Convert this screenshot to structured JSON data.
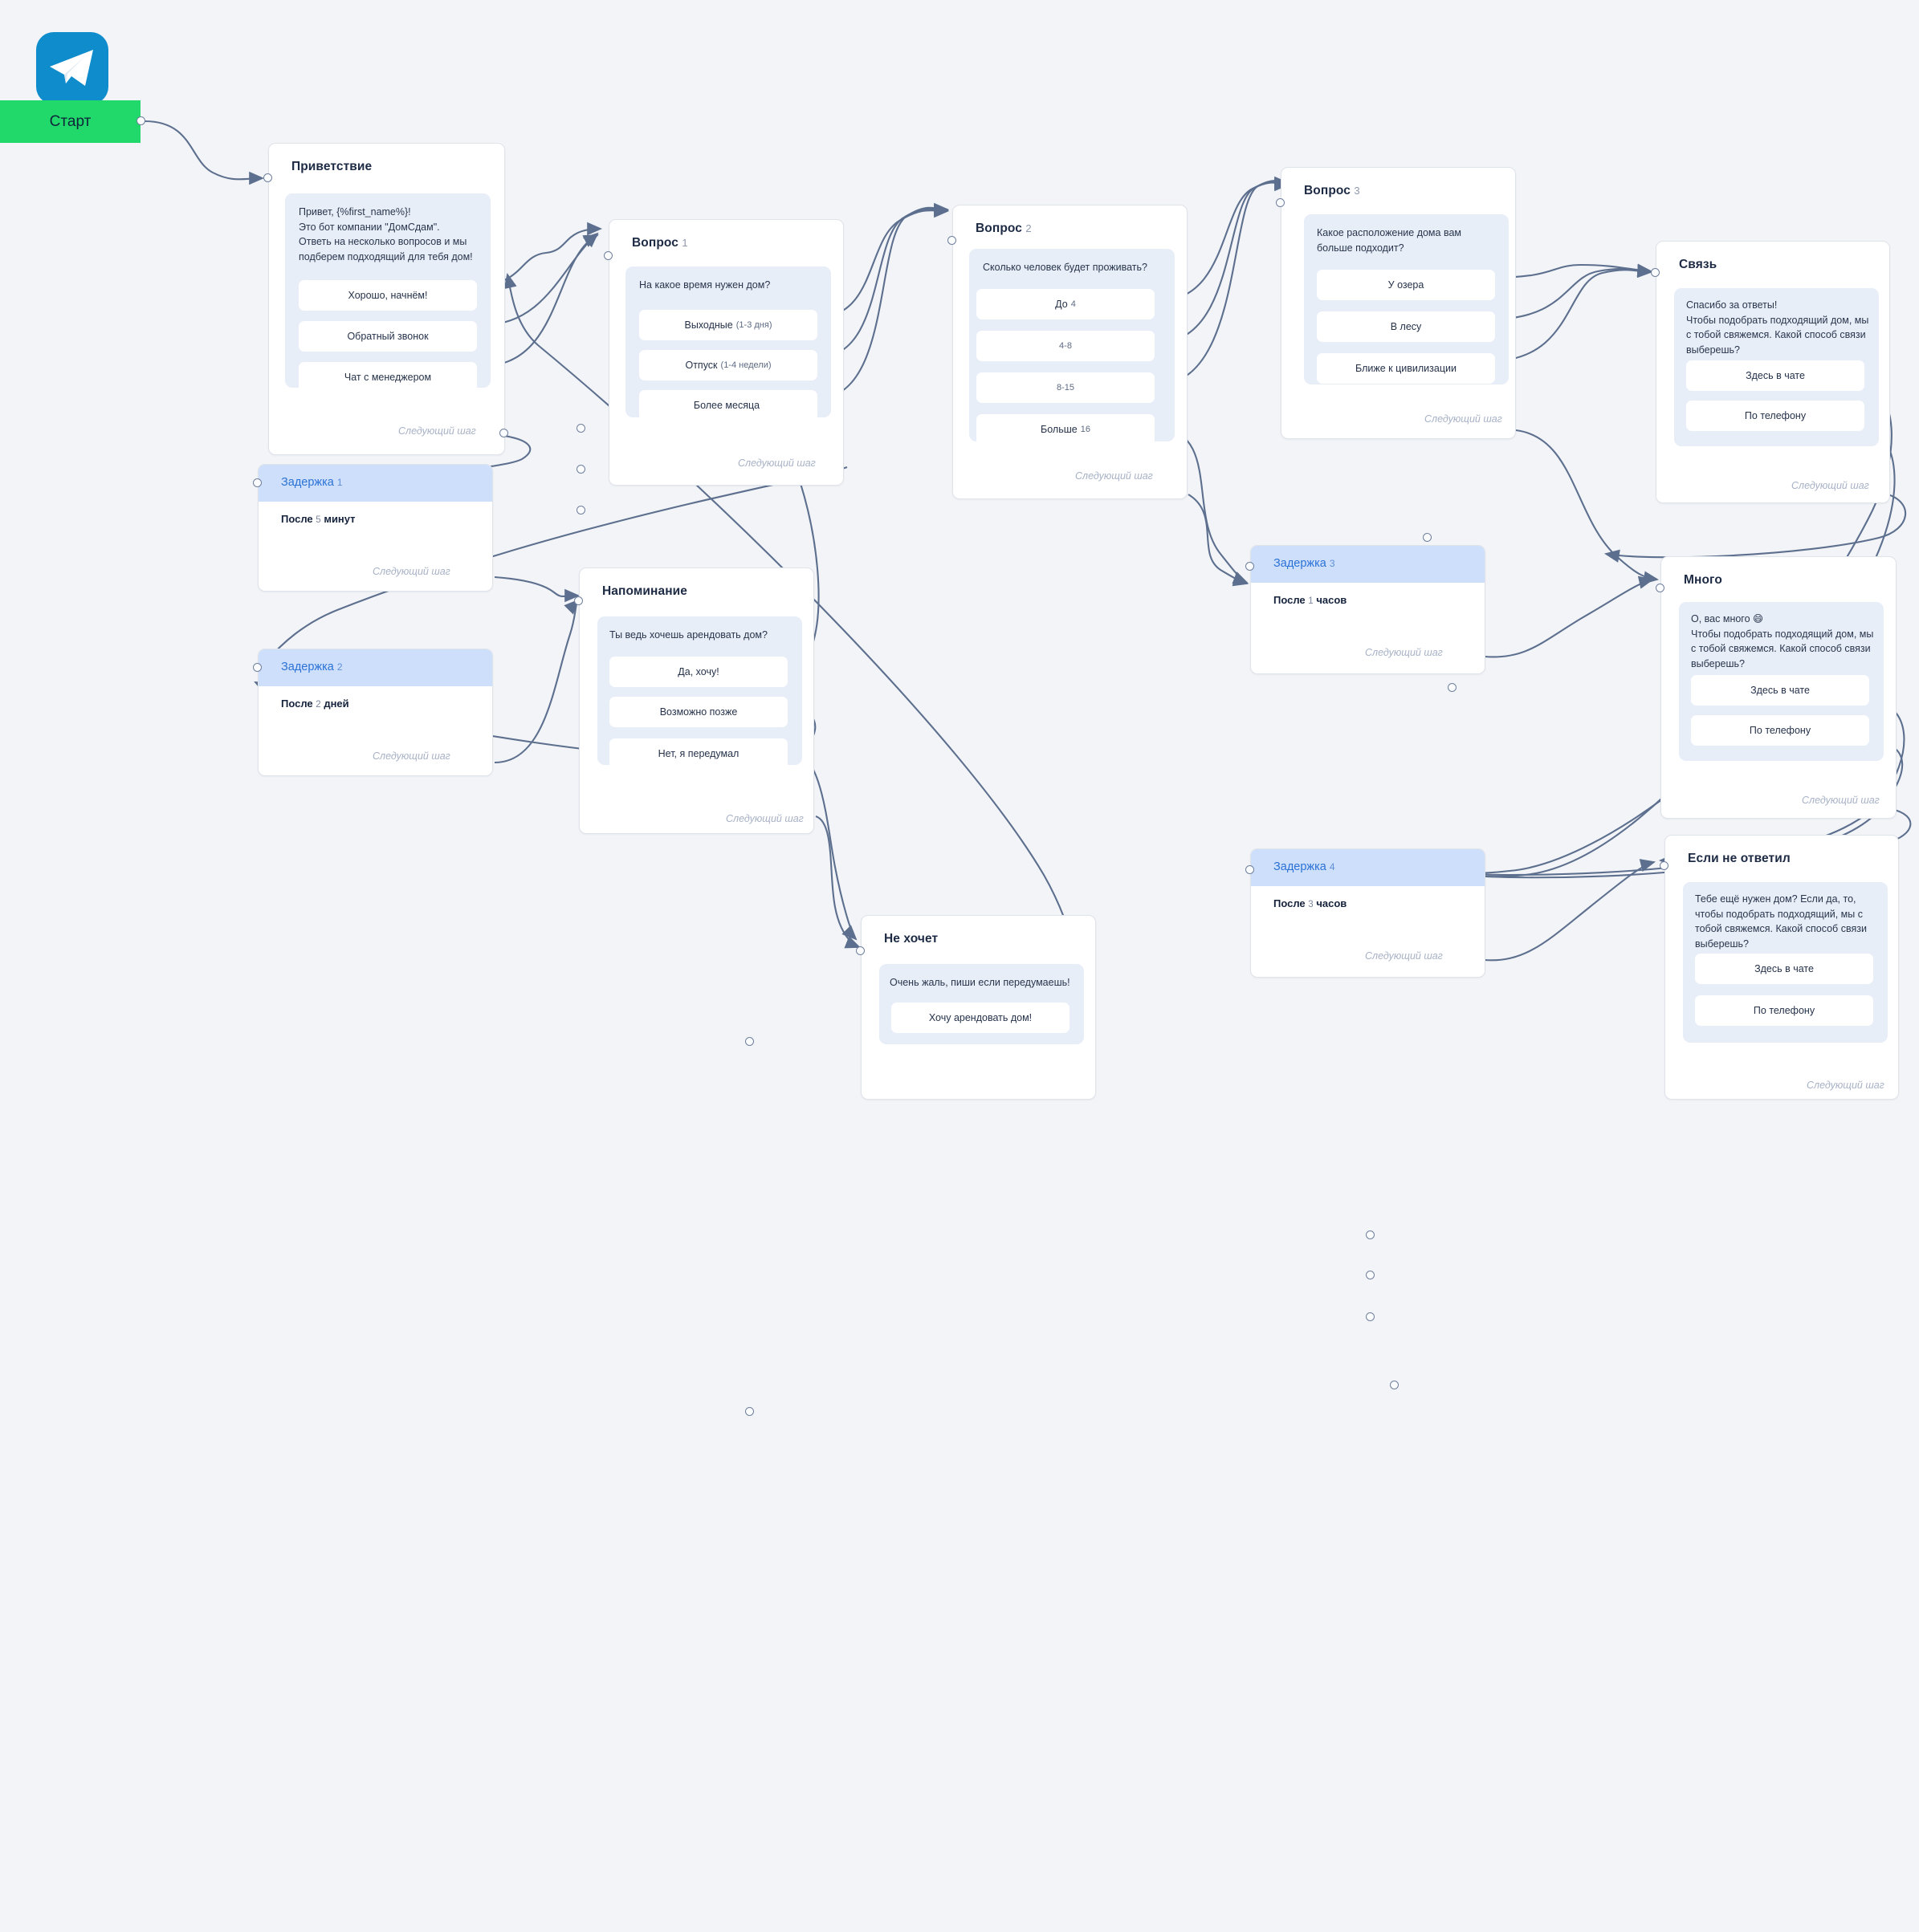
{
  "start": {
    "label": "Старт",
    "icon": "telegram-icon",
    "color": "#21d96a"
  },
  "labels": {
    "next_step": "Следующий шаг"
  },
  "nodes": [
    {
      "id": "privetstvie",
      "type": "message",
      "title": "Приветствие",
      "num": "",
      "message": "Привет, {%first_name%}!\nЭто бот компании \"ДомСдам\".\nОтветь на несколько вопросов и мы\nподберем подходящий для тебя дом!",
      "buttons": [
        {
          "label": "Хорошо, начнём!",
          "sub": ""
        },
        {
          "label": "Обратный звонок",
          "sub": ""
        },
        {
          "label": "Чат с менеджером",
          "sub": ""
        }
      ],
      "next_step": "Следующий шаг"
    },
    {
      "id": "vopros1",
      "type": "question",
      "title": "Вопрос",
      "num": "1",
      "message": "На какое время нужен дом?",
      "buttons": [
        {
          "label": "Выходные",
          "sub": "(1-3 дня)"
        },
        {
          "label": "Отпуск",
          "sub": "(1-4 недели)"
        },
        {
          "label": "Более месяца",
          "sub": ""
        }
      ],
      "next_step": "Следующий шаг"
    },
    {
      "id": "vopros2",
      "type": "question",
      "title": "Вопрос",
      "num": "2",
      "message": "Сколько человек будет проживать?",
      "buttons": [
        {
          "label": "До",
          "sub": "4"
        },
        {
          "label": "",
          "sub": "4-8"
        },
        {
          "label": "",
          "sub": "8-15"
        },
        {
          "label": "Больше",
          "sub": "16"
        }
      ],
      "next_step": "Следующий шаг"
    },
    {
      "id": "vopros3",
      "type": "question",
      "title": "Вопрос",
      "num": "3",
      "message": "Какое расположение дома вам\nбольше подходит?",
      "buttons": [
        {
          "label": "У озера",
          "sub": ""
        },
        {
          "label": "В лесу",
          "sub": ""
        },
        {
          "label": "Ближе к цивилизации",
          "sub": ""
        }
      ],
      "next_step": "Следующий шаг"
    },
    {
      "id": "svyaz",
      "type": "message",
      "title": "Связь",
      "num": "",
      "message": "Спасибо за ответы!\nЧтобы подобрать подходящий дом, мы\nс тобой свяжемся. Какой способ связи\nвыберешь?",
      "buttons": [
        {
          "label": "Здесь в чате",
          "sub": ""
        },
        {
          "label": "По телефону",
          "sub": ""
        }
      ],
      "next_step": "Следующий шаг"
    },
    {
      "id": "mnogo",
      "type": "message",
      "title": "Много",
      "num": "",
      "message": "О, вас много 😄\nЧтобы подобрать подходящий дом, мы\nс тобой свяжемся. Какой способ связи\nвыберешь?",
      "buttons": [
        {
          "label": "Здесь в чате",
          "sub": ""
        },
        {
          "label": "По телефону",
          "sub": ""
        }
      ],
      "next_step": "Следующий шаг"
    },
    {
      "id": "napominanie",
      "type": "message",
      "title": "Напоминание",
      "num": "",
      "message": "Ты ведь хочешь арендовать дом?",
      "buttons": [
        {
          "label": "Да, хочу!",
          "sub": ""
        },
        {
          "label": "Возможно позже",
          "sub": ""
        },
        {
          "label": "Нет, я передумал",
          "sub": ""
        }
      ],
      "next_step": "Следующий шаг"
    },
    {
      "id": "nehochet",
      "type": "message",
      "title": "Не хочет",
      "num": "",
      "message": "Очень жаль, пиши если передумаешь!",
      "buttons": [
        {
          "label": "Хочу арендовать дом!",
          "sub": ""
        }
      ],
      "next_step": ""
    },
    {
      "id": "eslineotvetil",
      "type": "message",
      "title": "Если не ответил",
      "num": "",
      "message": "Тебе ещё нужен дом? Если да, то,\nчтобы подобрать подходящий, мы с\nтобой свяжемся. Какой способ связи\nвыберешь?",
      "buttons": [
        {
          "label": "Здесь в чате",
          "sub": ""
        },
        {
          "label": "По телефону",
          "sub": ""
        }
      ],
      "next_step": "Следующий шаг"
    }
  ],
  "delays": [
    {
      "id": "zaderzhka1",
      "title": "Задержка",
      "num": "1",
      "prefix": "После",
      "value": "5",
      "unit": "минут",
      "next_step": "Следующий шаг"
    },
    {
      "id": "zaderzhka2",
      "title": "Задержка",
      "num": "2",
      "prefix": "После",
      "value": "2",
      "unit": "дней",
      "next_step": "Следующий шаг"
    },
    {
      "id": "zaderzhka3",
      "title": "Задержка",
      "num": "3",
      "prefix": "После",
      "value": "1",
      "unit": "часов",
      "next_step": "Следующий шаг"
    },
    {
      "id": "zaderzhka4",
      "title": "Задержка",
      "num": "4",
      "prefix": "После",
      "value": "3",
      "unit": "часов",
      "next_step": "Следующий шаг"
    }
  ],
  "colors": {
    "canvas_bg": "#f2f4f7",
    "card_bg": "#ffffff",
    "bubble_bg": "#e8eef8",
    "delay_header_bg": "#cddffa",
    "delay_title": "#2b72d6",
    "start_green": "#21d96a",
    "telegram_blue": "#0e8ccb",
    "edge": "#5d6f8e",
    "next_step_text": "#a7b1c6"
  }
}
